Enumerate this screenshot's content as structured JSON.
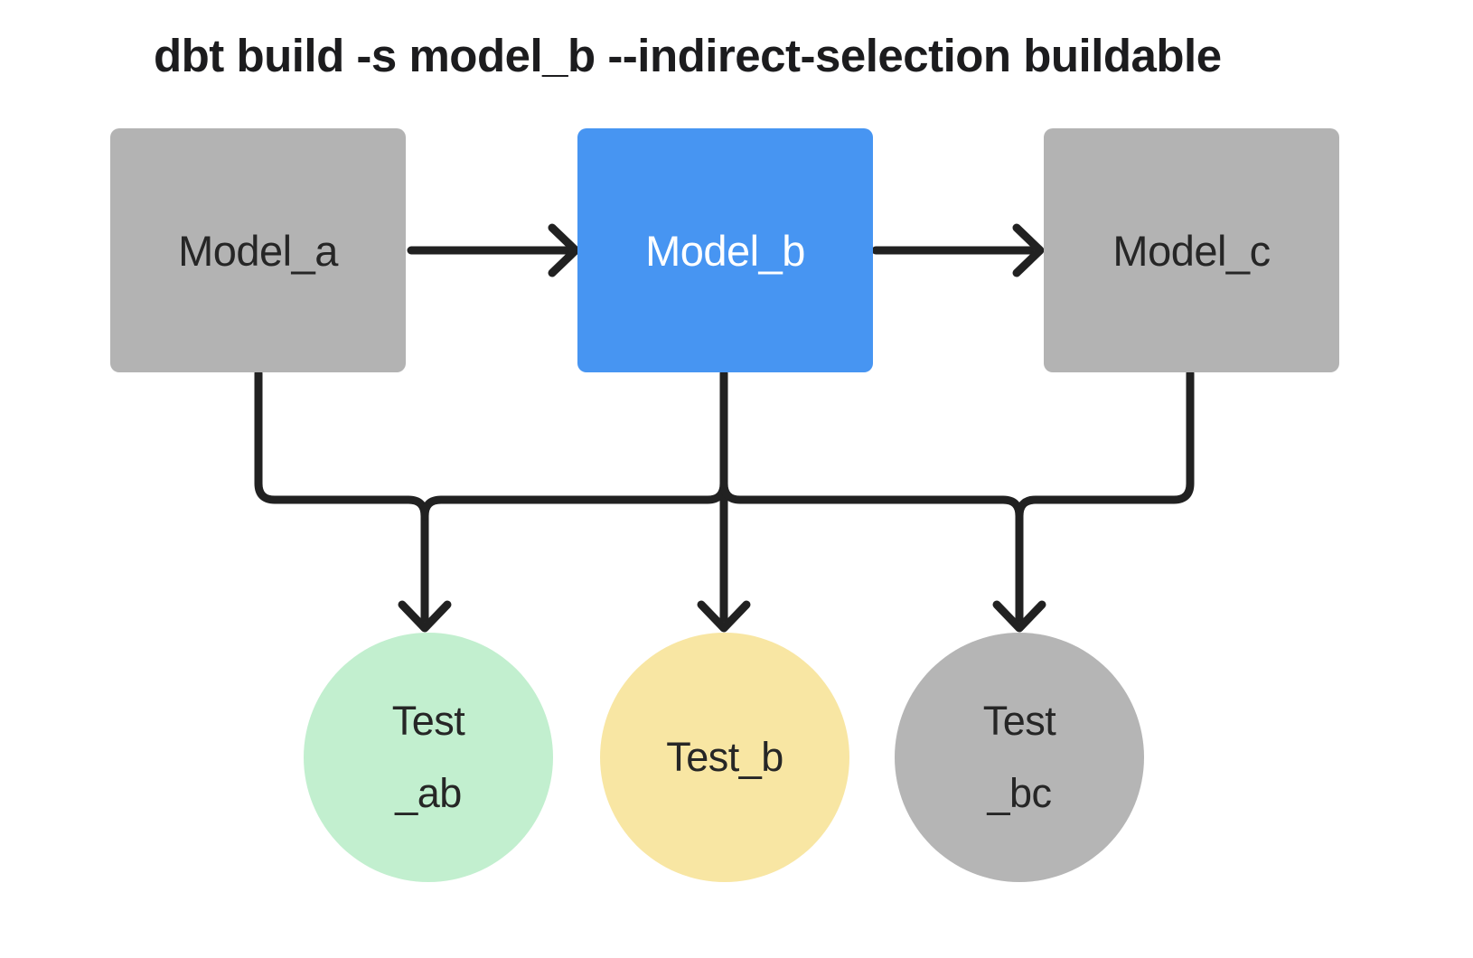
{
  "title": "dbt build -s model_b --indirect-selection buildable",
  "colors": {
    "background": "#ffffff",
    "line": "#212121",
    "node_gray": "#b3b3b3",
    "node_blue": "#4795f2",
    "test_green": "#c2efcf",
    "test_yellow": "#f8e6a3",
    "test_gray": "#b5b5b5"
  },
  "models": [
    {
      "label": "Model_a",
      "fill": "#b3b3b3",
      "text": "#262626"
    },
    {
      "label": "Model_b",
      "fill": "#4795f2",
      "text": "#ffffff"
    },
    {
      "label": "Model_c",
      "fill": "#b3b3b3",
      "text": "#262626"
    }
  ],
  "tests": [
    {
      "line1": "Test",
      "line2": "_ab",
      "fill": "#c2efcf"
    },
    {
      "line1": "Test_b",
      "line2": "",
      "fill": "#f8e6a3"
    },
    {
      "line1": "Test",
      "line2": "_bc",
      "fill": "#b5b5b5"
    }
  ],
  "edges": [
    {
      "from": "model_a",
      "to": "model_b"
    },
    {
      "from": "model_b",
      "to": "model_c"
    },
    {
      "from": "model_a",
      "to": "test_ab"
    },
    {
      "from": "model_b",
      "to": "test_ab"
    },
    {
      "from": "model_b",
      "to": "test_b"
    },
    {
      "from": "model_b",
      "to": "test_bc"
    },
    {
      "from": "model_c",
      "to": "test_bc"
    }
  ]
}
